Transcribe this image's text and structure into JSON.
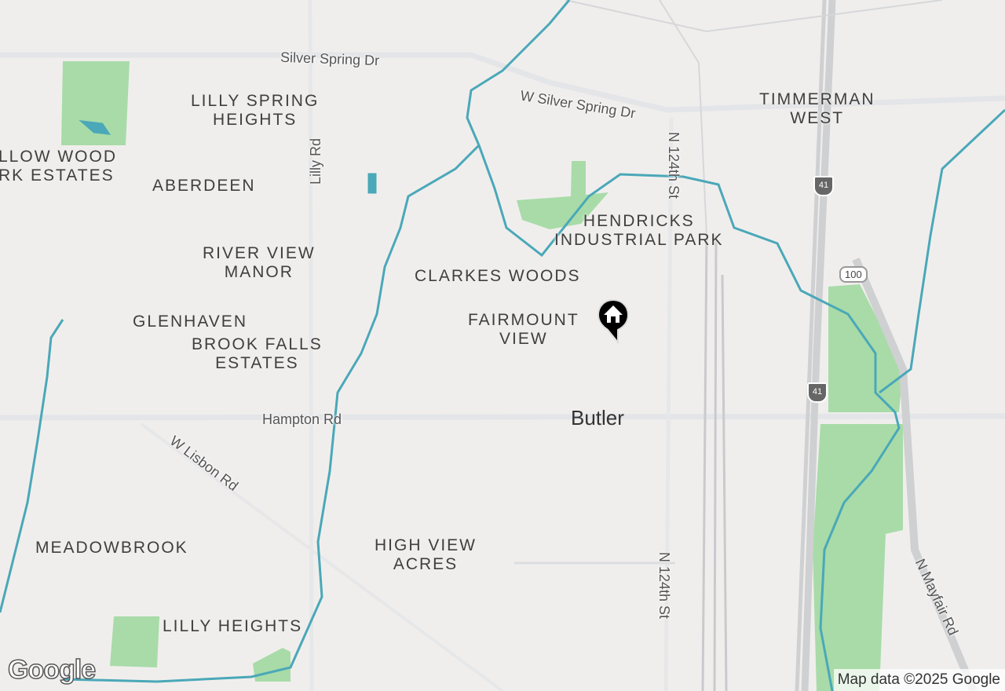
{
  "map": {
    "colors": {
      "land": "#f0eeed",
      "water": "#4aa8b8",
      "park": "#a8dba8",
      "highway": "#cfd0d2",
      "road": "#ffffff"
    },
    "neighborhoods": [
      {
        "id": "lilly-spring-heights",
        "text": "LILLY SPRING\nHEIGHTS"
      },
      {
        "id": "willow-wood",
        "text": "LLOW WOOD\nRK ESTATES"
      },
      {
        "id": "aberdeen",
        "text": "ABERDEEN"
      },
      {
        "id": "river-view-manor",
        "text": "RIVER VIEW\nMANOR"
      },
      {
        "id": "glenhaven",
        "text": "GLENHAVEN"
      },
      {
        "id": "brook-falls-estates",
        "text": "BROOK FALLS\nESTATES"
      },
      {
        "id": "clarkes-woods",
        "text": "CLARKES WOODS"
      },
      {
        "id": "fairmount-view",
        "text": "FAIRMOUNT\nVIEW"
      },
      {
        "id": "hendricks-industrial-park",
        "text": "HENDRICKS\nINDUSTRIAL PARK"
      },
      {
        "id": "timmerman-west",
        "text": "TIMMERMAN\nWEST"
      },
      {
        "id": "meadowbrook",
        "text": "MEADOWBROOK"
      },
      {
        "id": "high-view-acres",
        "text": "HIGH VIEW\nACRES"
      },
      {
        "id": "lilly-heights",
        "text": "LILLY HEIGHTS"
      }
    ],
    "roads": {
      "silver_spring": "Silver Spring Dr",
      "w_silver_spring": "W Silver Spring Dr",
      "lilly": "Lilly Rd",
      "n124_top": "N 124th St",
      "n124_bottom": "N 124th St",
      "hampton": "Hampton Rd",
      "w_lisbon": "W Lisbon Rd",
      "mayfair": "N Mayfair Rd"
    },
    "city": "Butler",
    "shields": {
      "us41_top": "41",
      "us41_mid": "41",
      "hwy100": "100"
    },
    "marker": {
      "icon": "home-marker-icon"
    },
    "logo": "Google",
    "attribution": "Map data ©2025 Google"
  }
}
